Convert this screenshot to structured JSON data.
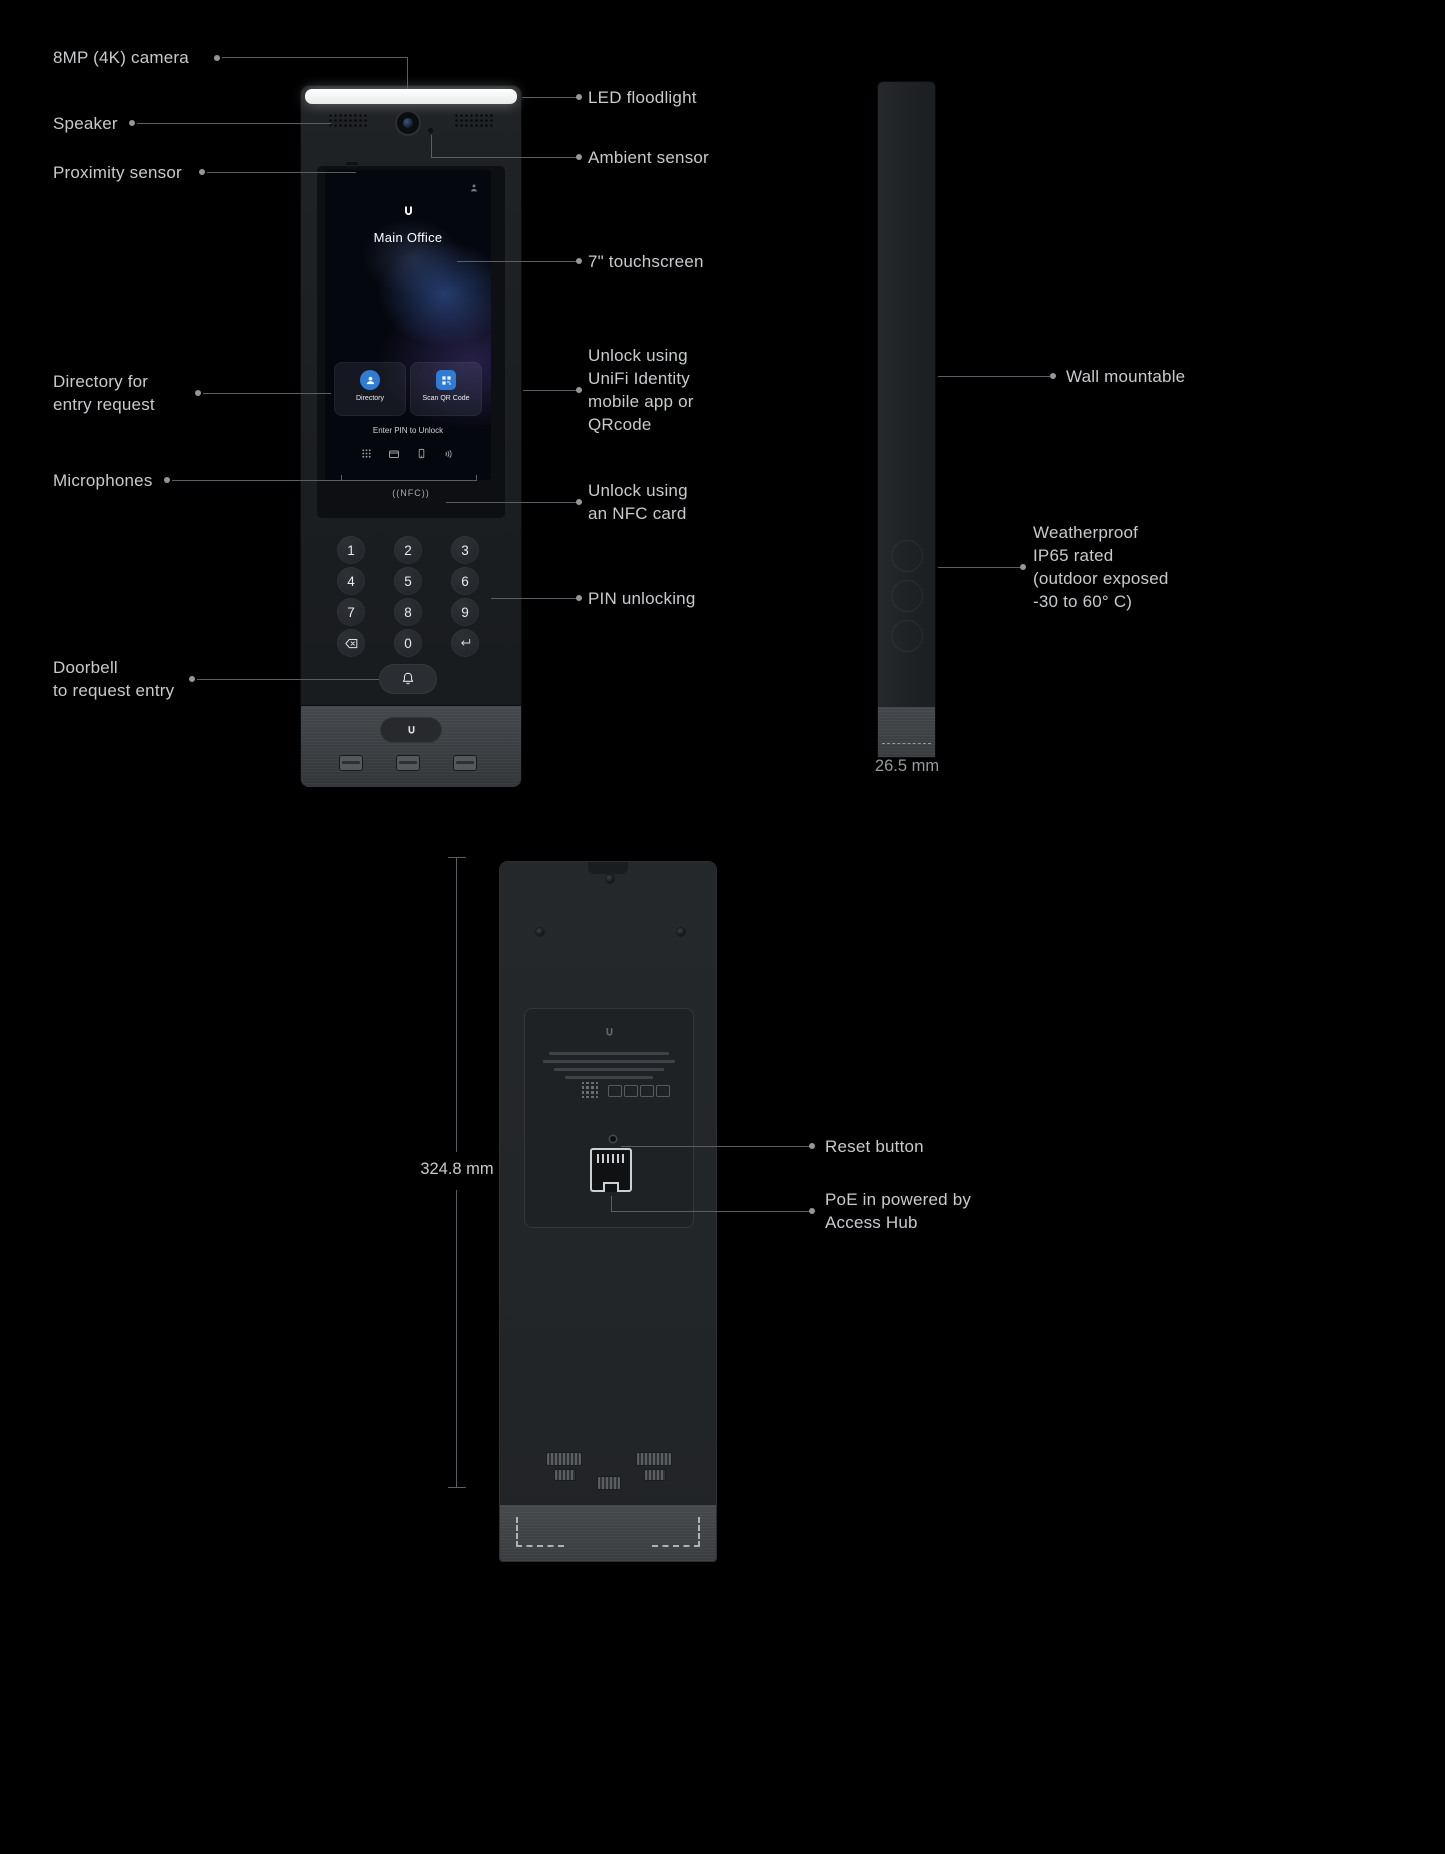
{
  "callouts": {
    "camera": "8MP (4K) camera",
    "speaker": "Speaker",
    "proximity_sensor": "Proximity sensor",
    "directory": "Directory for\nentry request",
    "microphones": "Microphones",
    "doorbell": "Doorbell\nto request entry",
    "led_floodlight": "LED floodlight",
    "ambient_sensor": "Ambient sensor",
    "touchscreen": "7\" touchscreen",
    "unlock_identity": "Unlock using\nUniFi Identity\nmobile app or\nQRcode",
    "unlock_nfc": "Unlock using\nan NFC card",
    "pin_unlocking": "PIN unlocking",
    "wall_mountable": "Wall mountable",
    "weatherproof": "Weatherproof\nIP65 rated\n(outdoor exposed\n-30 to 60° C)",
    "reset_button": "Reset button",
    "poe_in": "PoE in powered by\nAccess Hub"
  },
  "dimensions": {
    "depth": "26.5 mm",
    "height": "324.8 mm"
  },
  "device_screen": {
    "location_name": "Main Office",
    "directory_button": "Directory",
    "scan_qr_button": "Scan QR Code",
    "pin_hint": "Enter PIN to Unlock",
    "nfc_label": "((NFC))"
  },
  "keypad": {
    "digits": [
      "1",
      "2",
      "3",
      "4",
      "5",
      "6",
      "7",
      "8",
      "9",
      "0"
    ]
  },
  "icons": {
    "backspace": "backspace-icon",
    "enter": "enter-icon",
    "doorbell": "bell-icon",
    "unifi_logo": "unifi-u-logo-icon",
    "directory_button": "person-icon",
    "scan_qr_button": "qr-code-icon",
    "screen_footer_row": [
      "dialpad-icon",
      "card-icon",
      "phone-icon",
      "nfc-waves-icon"
    ],
    "screen_top_right": "occupancy-icon"
  },
  "colors": {
    "background": "#000000",
    "label_text": "#c7cbce",
    "callout_line": "#5a5e61",
    "accent_blue": "#2e7cd6"
  }
}
